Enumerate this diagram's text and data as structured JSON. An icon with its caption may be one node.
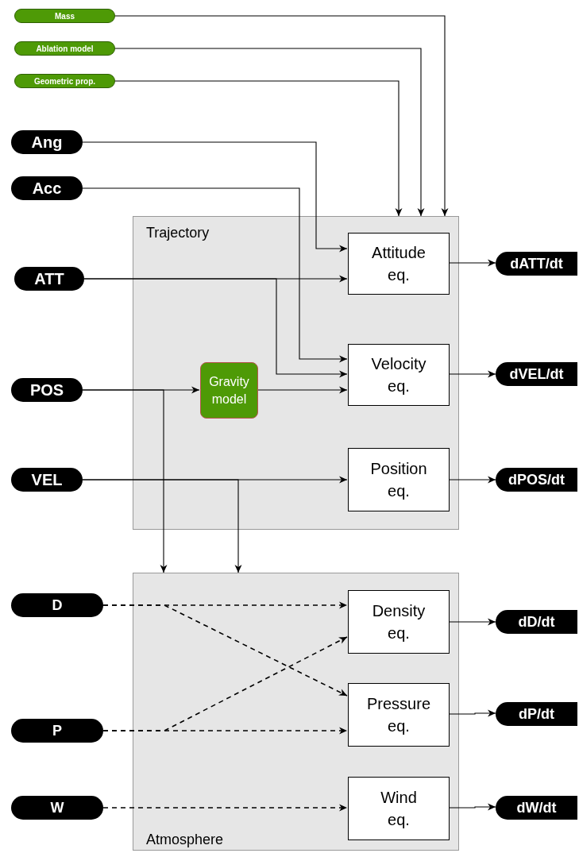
{
  "diagram": {
    "nodes": [
      {
        "text": [
          "Mass"
        ]
      },
      {
        "text": [
          "Ablation model"
        ]
      },
      {
        "text": [
          "Geometric prop."
        ]
      },
      {
        "text": [
          "Ang"
        ]
      },
      {
        "text": [
          "Acc"
        ]
      },
      {
        "text": [
          "Trajectory"
        ]
      },
      {
        "text": [
          "Attitude eq."
        ],
        "in": 5
      },
      {
        "text": [
          "Velocity eq."
        ],
        "in": 5
      },
      {
        "text": [
          "Gravity model"
        ],
        "in": 5
      },
      {
        "text": [
          "Position eq."
        ],
        "in": 5
      },
      {
        "text": [
          "ATT"
        ]
      },
      {
        "text": [
          "POS"
        ]
      },
      {
        "text": [
          "VEL"
        ]
      },
      {
        "text": [
          "dATT/dt"
        ]
      },
      {
        "text": [
          "dVEL/dt"
        ]
      },
      {
        "text": [
          "dPOS/dt"
        ]
      },
      {
        "text": [
          "Atmosphere"
        ]
      },
      {
        "text": [
          "Density eq."
        ],
        "in": 16
      },
      {
        "text": [
          "Pressure eq."
        ],
        "in": 16
      },
      {
        "text": [
          "Wind eq."
        ],
        "in": 16
      },
      {
        "text": [
          "D"
        ]
      },
      {
        "text": [
          "P"
        ]
      },
      {
        "text": [
          "W"
        ]
      },
      {
        "text": [
          "dD/dt"
        ]
      },
      {
        "text": [
          "dP/dt"
        ]
      },
      {
        "text": [
          "dW/dt"
        ]
      }
    ],
    "edges": [
      {
        "from": 0,
        "to": 5,
        "arrow": "to"
      },
      {
        "from": 1,
        "to": 5,
        "arrow": "to"
      },
      {
        "from": 2,
        "to": 5,
        "arrow": "to"
      },
      {
        "from": 3,
        "to": 6,
        "arrow": "to"
      },
      {
        "from": 4,
        "to": 7,
        "arrow": "to"
      },
      {
        "from": 10,
        "to": 6,
        "arrow": "to"
      },
      {
        "from": 10,
        "to": 7,
        "arrow": "to"
      },
      {
        "from": 11,
        "to": 8,
        "arrow": "to"
      },
      {
        "from": 8,
        "to": 7,
        "arrow": "to"
      },
      {
        "from": 11,
        "to": 16,
        "arrow": "to"
      },
      {
        "from": 12,
        "to": 9,
        "arrow": "to"
      },
      {
        "from": 12,
        "to": 16,
        "arrow": "to"
      },
      {
        "from": 6,
        "to": 13,
        "arrow": "to"
      },
      {
        "from": 7,
        "to": 14,
        "arrow": "to"
      },
      {
        "from": 9,
        "to": 15,
        "arrow": "to"
      },
      {
        "from": 20,
        "to": 17,
        "arrow": "to",
        "style": "dashed"
      },
      {
        "from": 20,
        "to": 18,
        "arrow": "to",
        "style": "dashed"
      },
      {
        "from": 21,
        "to": 17,
        "arrow": "to",
        "style": "dashed"
      },
      {
        "from": 21,
        "to": 18,
        "arrow": "to",
        "style": "dashed"
      },
      {
        "from": 22,
        "to": 19,
        "arrow": "to",
        "style": "dashed"
      },
      {
        "from": 17,
        "to": 23,
        "arrow": "to"
      },
      {
        "from": 18,
        "to": 24,
        "arrow": "to"
      },
      {
        "from": 19,
        "to": 25,
        "arrow": "to"
      }
    ]
  }
}
